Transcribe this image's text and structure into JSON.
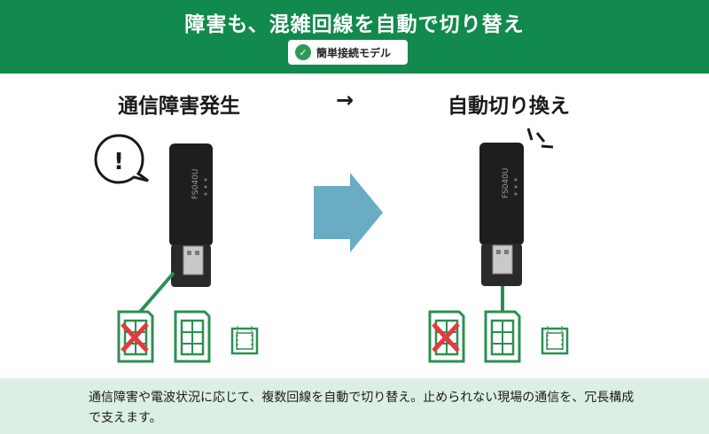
{
  "header": {
    "title": "障害も、混雑回線を自動で切り替え",
    "badge_label": "簡単接続モデル",
    "badge_icon": "check-circle-icon",
    "background": "#128a4d"
  },
  "left_panel": {
    "title": "通信障害発生",
    "alert_icon": "exclamation-bubble-icon",
    "alert_symbol": "!",
    "sim_icons": [
      "sim-card-icon-failed",
      "sim-card-icon",
      "chip-icon"
    ]
  },
  "transition": {
    "small_arrow": "→",
    "big_arrow_color": "#6aacc4"
  },
  "right_panel": {
    "title": "自動切り換え",
    "spark_icon": "activation-lines-icon",
    "sim_icons": [
      "sim-card-icon-failed",
      "sim-card-icon-active",
      "chip-icon"
    ]
  },
  "device": {
    "label": "FS040U"
  },
  "footer": {
    "text": "通信障害や電波状況に応じて、複数回線を自動で切り替え。止められない現場の通信を、冗長構成で支えます。",
    "background": "#dcefe3"
  },
  "colors": {
    "green": "#128a4d",
    "fail_red": "#e23b3b",
    "sim_green": "#2c8f52"
  }
}
